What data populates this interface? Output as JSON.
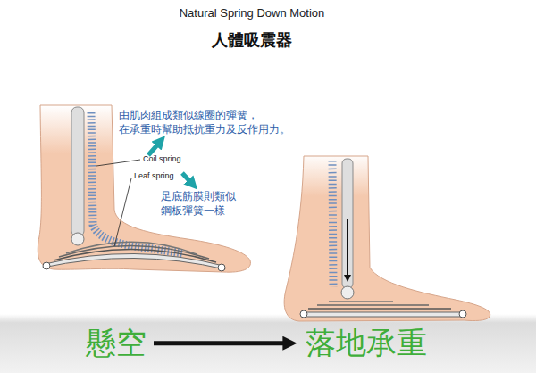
{
  "diagram": {
    "title": "Natural Spring Down Motion",
    "nodes": [
      {
        "text": [
          "懸空"
        ]
      },
      {
        "text": [
          "落地承重"
        ]
      }
    ],
    "edges": [
      {
        "from": 0,
        "to": 1,
        "arrow": "to"
      }
    ],
    "labels": [
      "人體吸震器",
      "由肌肉組成類似線圈的彈簧， 在承重時幫助抵抗重力及反作用力。",
      "Coil spring",
      "Leaf spring",
      "足底筋膜則類似 鋼板彈簧一樣"
    ]
  }
}
